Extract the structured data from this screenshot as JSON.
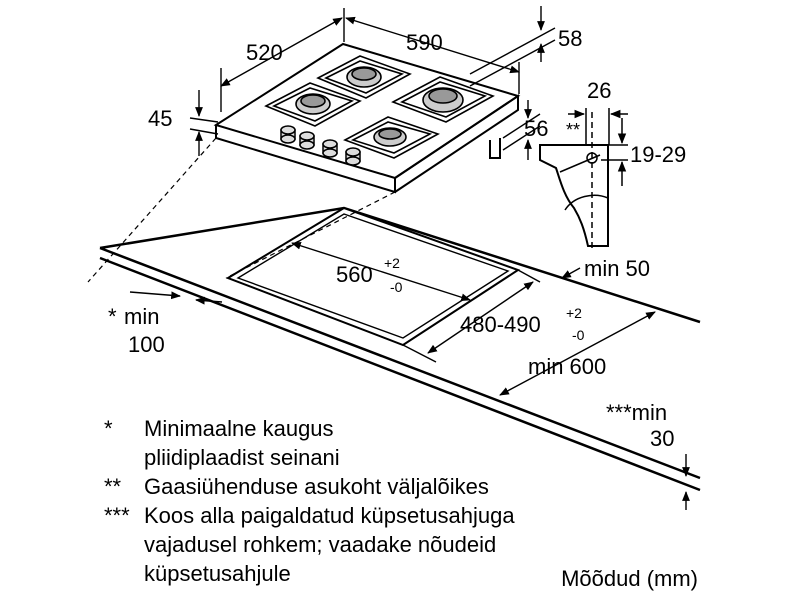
{
  "dimensions": {
    "hob_depth": "520",
    "hob_width": "590",
    "edge_offset": "58",
    "hob_height": "45",
    "gas_conn_offset": "56",
    "conn_width": "26",
    "conn_mark": "**",
    "conn_height_range": "19-29",
    "cutout_width_main": "560",
    "cutout_width_tol_upper": "+2",
    "cutout_width_tol_lower": "-0",
    "cutout_depth_main": "480-490",
    "cutout_depth_tol_upper": "+2",
    "cutout_depth_tol_lower": "-0",
    "min_back": "min 50",
    "min_front": "min 600",
    "min_side_mark": "*",
    "min_side_label": "min",
    "min_side_value": "100",
    "min_below_label": "***min",
    "min_below_value": "30"
  },
  "legend": [
    {
      "mark": "*",
      "lines": [
        "Minimaalne kaugus",
        "pliidiplaadist seinani"
      ]
    },
    {
      "mark": "**",
      "lines": [
        "Gaasiühenduse asukoht väljalõikes"
      ]
    },
    {
      "mark": "***",
      "lines": [
        "Koos alla paigaldatud küpsetusahjuga",
        "vajadusel rohkem; vaadake nõudeid",
        "küpsetusahjule"
      ]
    }
  ],
  "units_label": "Mõõdud (mm)"
}
